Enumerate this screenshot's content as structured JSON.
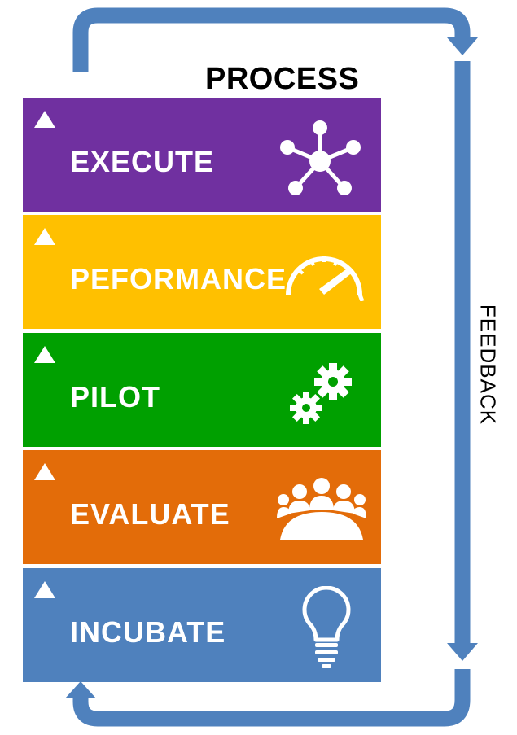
{
  "title": "PROCESS",
  "side_label": "FEEDBACK",
  "colors": {
    "arrow": "#4f81bd",
    "text_on_stage": "#ffffff"
  },
  "stages": [
    {
      "label": "EXECUTE",
      "color": "#7030a0",
      "icon": "network-hub-icon"
    },
    {
      "label": "PEFORMANCE",
      "color": "#ffc000",
      "icon": "speedometer-icon"
    },
    {
      "label": "PILOT",
      "color": "#00a000",
      "icon": "gears-icon"
    },
    {
      "label": "EVALUATE",
      "color": "#e36c09",
      "icon": "team-meeting-icon"
    },
    {
      "label": "INCUBATE",
      "color": "#4f81bd",
      "icon": "lightbulb-icon"
    }
  ]
}
